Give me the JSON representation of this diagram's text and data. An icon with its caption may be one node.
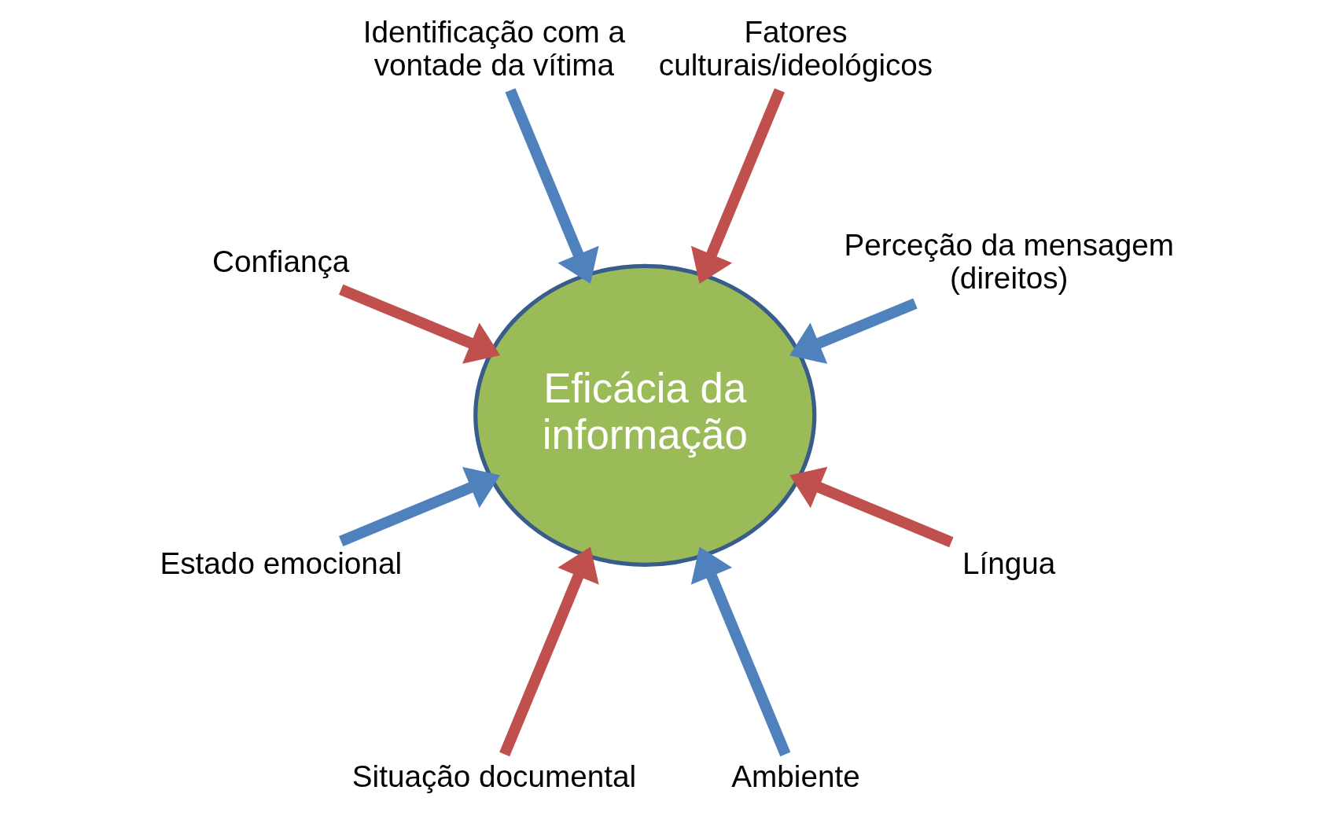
{
  "diagram": {
    "nodes": [
      {
        "text": [
          "Eficácia da informação"
        ]
      },
      {
        "text": [
          "Perceção da mensagem (direitos)"
        ]
      },
      {
        "text": [
          "Fatores culturais/ideológicos"
        ]
      },
      {
        "text": [
          "Identificação com a vontade da vítima"
        ]
      },
      {
        "text": [
          "Confiança"
        ]
      },
      {
        "text": [
          "Estado emocional"
        ]
      },
      {
        "text": [
          "Situação documental"
        ]
      },
      {
        "text": [
          "Ambiente"
        ]
      },
      {
        "text": [
          "Língua"
        ]
      }
    ],
    "edges": [
      {
        "from": 1,
        "to": 0,
        "arrow": "to",
        "color": "#4f81bd"
      },
      {
        "from": 2,
        "to": 0,
        "arrow": "to",
        "color": "#c0504d"
      },
      {
        "from": 3,
        "to": 0,
        "arrow": "to",
        "color": "#4f81bd"
      },
      {
        "from": 4,
        "to": 0,
        "arrow": "to",
        "color": "#c0504d"
      },
      {
        "from": 5,
        "to": 0,
        "arrow": "to",
        "color": "#4f81bd"
      },
      {
        "from": 6,
        "to": 0,
        "arrow": "to",
        "color": "#c0504d"
      },
      {
        "from": 7,
        "to": 0,
        "arrow": "to",
        "color": "#4f81bd"
      },
      {
        "from": 8,
        "to": 0,
        "arrow": "to",
        "color": "#c0504d"
      }
    ]
  }
}
